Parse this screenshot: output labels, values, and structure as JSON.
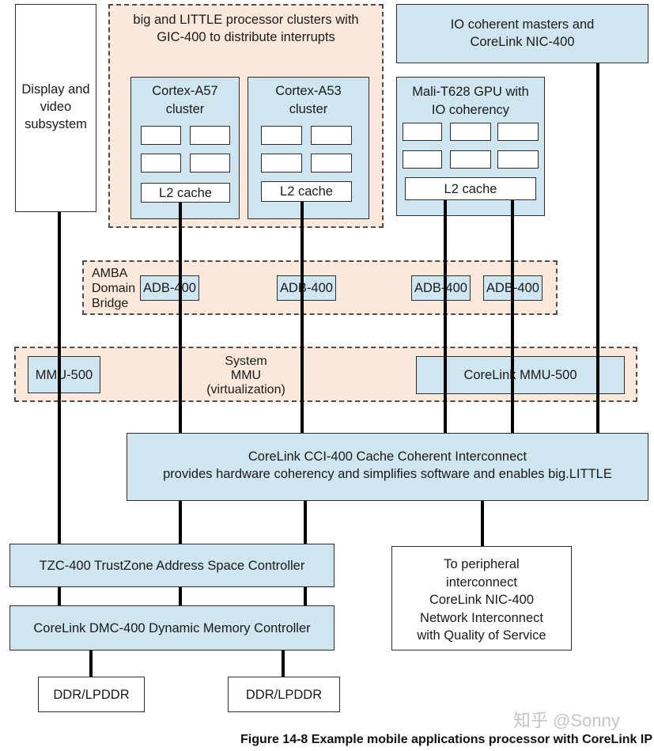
{
  "colors": {
    "box_fill": "#cfe5ef",
    "region_fill": "#fae9da",
    "box_border": "#2e2e2e",
    "dash_border": "#4d4d4d",
    "connector": "#000000",
    "watermark": "#c5c5c5"
  },
  "display_subsystem": {
    "lines": [
      "Display and",
      "video",
      "subsystem"
    ]
  },
  "big_little": {
    "title_lines": [
      "big and LITTLE processor clusters with",
      "GIC-400 to distribute interrupts"
    ],
    "clusters": [
      {
        "name_lines": [
          "Cortex-A57",
          "cluster"
        ],
        "core_count": 4,
        "l2_label": "L2 cache"
      },
      {
        "name_lines": [
          "Cortex-A53",
          "cluster"
        ],
        "core_count": 4,
        "l2_label": "L2 cache"
      }
    ]
  },
  "io_masters": {
    "lines": [
      "IO coherent masters and",
      "CoreLink NIC-400"
    ]
  },
  "gpu": {
    "title_lines": [
      "Mali-T628 GPU with",
      "IO coherency"
    ],
    "core_count": 6,
    "l2_label": "L2 cache"
  },
  "amba_bridge": {
    "label_lines": [
      "AMBA",
      "Domain",
      "Bridge"
    ],
    "adb_labels": [
      "ADB-400",
      "ADB-400",
      "ADB-400",
      "ADB-400"
    ]
  },
  "system_mmu": {
    "label_lines": [
      "System",
      "MMU",
      "(virtualization)"
    ],
    "mmu_label": "MMU-500",
    "corelink_mmu_label": "CoreLink MMU-500"
  },
  "cci": {
    "lines": [
      "CoreLink CCI-400 Cache Coherent Interconnect",
      "provides hardware coherency and simplifies software and enables big.LITTLE"
    ]
  },
  "tzc": {
    "label": "TZC-400 TrustZone Address Space Controller"
  },
  "dmc": {
    "label": "CoreLink DMC-400 Dynamic Memory Controller"
  },
  "ddr": {
    "labels": [
      "DDR/LPDDR",
      "DDR/LPDDR"
    ]
  },
  "peripheral": {
    "lines": [
      "To peripheral",
      "interconnect",
      "CoreLink NIC-400",
      "Network Interconnect",
      "with Quality of Service"
    ]
  },
  "caption": "Figure 14-8 Example mobile applications processor with CoreLink IP",
  "watermark": "知乎 @Sonny"
}
